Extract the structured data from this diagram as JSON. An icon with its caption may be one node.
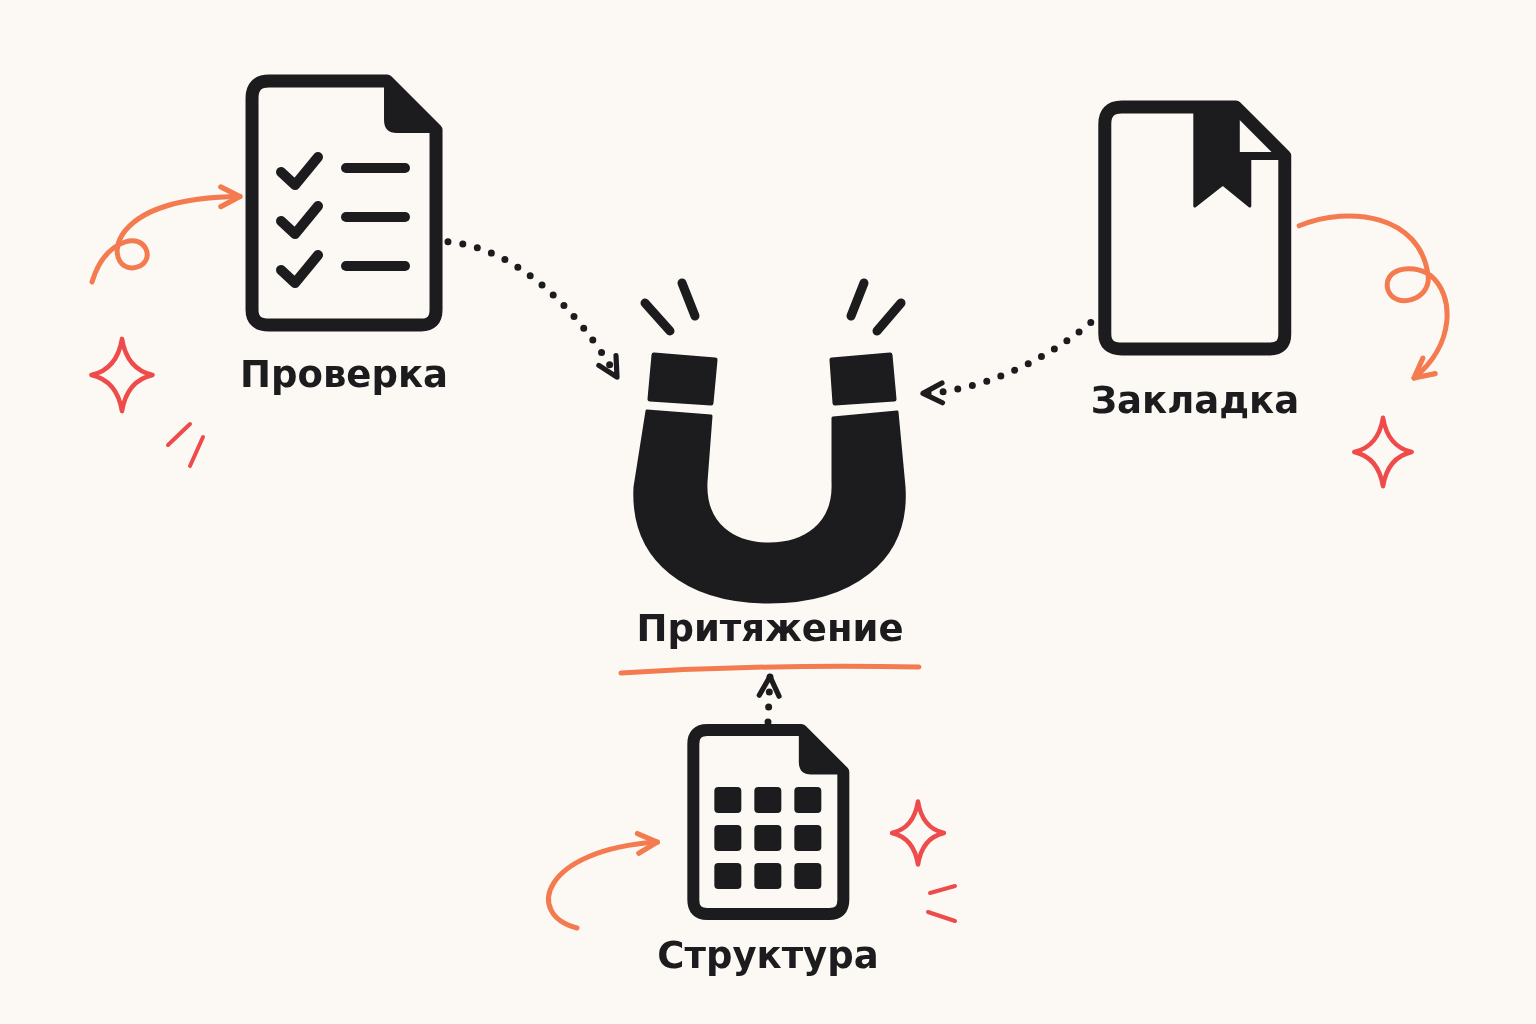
{
  "diagram": {
    "nodes": [
      {
        "text": [
          "Проверка"
        ]
      },
      {
        "text": [
          "Притяжение"
        ]
      },
      {
        "text": [
          "Закладка"
        ]
      },
      {
        "text": [
          "Структура"
        ]
      }
    ],
    "edges": [
      {
        "from": 0,
        "to": 1,
        "arrow": "to",
        "style": "dashed"
      },
      {
        "from": 2,
        "to": 1,
        "arrow": "to",
        "style": "dashed"
      },
      {
        "from": 3,
        "to": 1,
        "arrow": "to",
        "style": "dashed"
      },
      {
        "from": null,
        "to": 0,
        "arrow": "to",
        "color": "#f47b4f"
      },
      {
        "from": 2,
        "to": null,
        "arrow": "to",
        "color": "#f47b4f"
      },
      {
        "from": null,
        "to": 3,
        "arrow": "to",
        "color": "#f47b4f"
      }
    ]
  }
}
